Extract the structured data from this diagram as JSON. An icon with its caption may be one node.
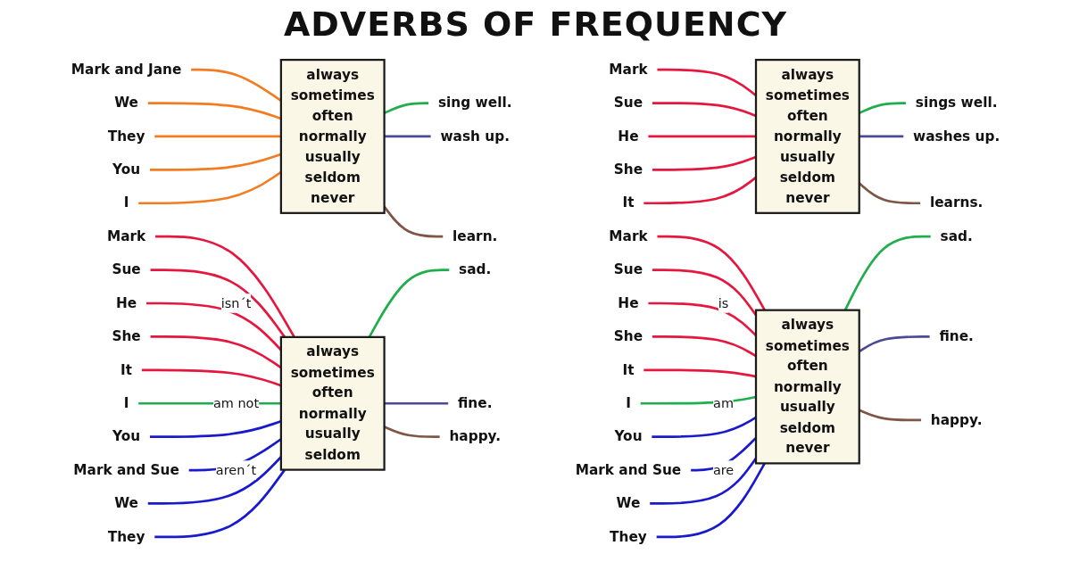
{
  "diagram": {
    "title": "ADVERBS OF FREQUENCY",
    "nodes": [
      {
        "text": [
          "Mark and Jane"
        ]
      },
      {
        "text": [
          "We"
        ]
      },
      {
        "text": [
          "They"
        ]
      },
      {
        "text": [
          "You"
        ]
      },
      {
        "text": [
          "I"
        ]
      },
      {
        "text": [
          "always",
          "sometimes",
          "often",
          "normally",
          "usually",
          "seldom",
          "never"
        ]
      },
      {
        "text": [
          "sing well."
        ]
      },
      {
        "text": [
          "wash up."
        ]
      },
      {
        "text": [
          "learn."
        ]
      },
      {
        "text": [
          "Mark"
        ]
      },
      {
        "text": [
          "Sue"
        ]
      },
      {
        "text": [
          "He"
        ]
      },
      {
        "text": [
          "She"
        ]
      },
      {
        "text": [
          "It"
        ]
      },
      {
        "text": [
          "always",
          "sometimes",
          "often",
          "normally",
          "usually",
          "seldom",
          "never"
        ]
      },
      {
        "text": [
          "sings well."
        ]
      },
      {
        "text": [
          "washes up."
        ]
      },
      {
        "text": [
          "learns."
        ]
      },
      {
        "text": [
          "Mark"
        ]
      },
      {
        "text": [
          "Sue"
        ]
      },
      {
        "text": [
          "He"
        ]
      },
      {
        "text": [
          "She"
        ]
      },
      {
        "text": [
          "It"
        ]
      },
      {
        "text": [
          "I"
        ]
      },
      {
        "text": [
          "You"
        ]
      },
      {
        "text": [
          "Mark and Sue"
        ]
      },
      {
        "text": [
          "We"
        ]
      },
      {
        "text": [
          "They"
        ]
      },
      {
        "text": [
          "always",
          "sometimes",
          "often",
          "normally",
          "usually",
          "seldom"
        ]
      },
      {
        "text": [
          "sad."
        ]
      },
      {
        "text": [
          "fine."
        ]
      },
      {
        "text": [
          "happy."
        ]
      },
      {
        "text": [
          "Mark"
        ]
      },
      {
        "text": [
          "Sue"
        ]
      },
      {
        "text": [
          "He"
        ]
      },
      {
        "text": [
          "She"
        ]
      },
      {
        "text": [
          "It"
        ]
      },
      {
        "text": [
          "I"
        ]
      },
      {
        "text": [
          "You"
        ]
      },
      {
        "text": [
          "Mark and Sue"
        ]
      },
      {
        "text": [
          "We"
        ]
      },
      {
        "text": [
          "They"
        ]
      },
      {
        "text": [
          "always",
          "sometimes",
          "often",
          "normally",
          "usually",
          "seldom",
          "never"
        ]
      },
      {
        "text": [
          "sad."
        ]
      },
      {
        "text": [
          "fine."
        ]
      },
      {
        "text": [
          "happy."
        ]
      }
    ],
    "edges": [
      {
        "from": 0,
        "to": 5,
        "arrow": "none",
        "color": "#f47c20"
      },
      {
        "from": 1,
        "to": 5,
        "arrow": "none",
        "color": "#f47c20"
      },
      {
        "from": 2,
        "to": 5,
        "arrow": "none",
        "color": "#f47c20"
      },
      {
        "from": 3,
        "to": 5,
        "arrow": "none",
        "color": "#f47c20"
      },
      {
        "from": 4,
        "to": 5,
        "arrow": "none",
        "color": "#f47c20"
      },
      {
        "from": 5,
        "to": 6,
        "arrow": "none",
        "color": "#1fae4b"
      },
      {
        "from": 5,
        "to": 7,
        "arrow": "none",
        "color": "#4b4a96"
      },
      {
        "from": 5,
        "to": 8,
        "arrow": "none",
        "color": "#7d5645"
      },
      {
        "from": 9,
        "to": 14,
        "arrow": "none"
      },
      {
        "from": 10,
        "to": 14,
        "arrow": "none"
      },
      {
        "from": 11,
        "to": 14,
        "arrow": "none"
      },
      {
        "from": 12,
        "to": 14,
        "arrow": "none"
      },
      {
        "from": 13,
        "to": 14,
        "arrow": "none"
      },
      {
        "from": 14,
        "to": 15,
        "arrow": "none",
        "color": "#1fae4b"
      },
      {
        "from": 14,
        "to": 16,
        "arrow": "none",
        "color": "#4b4a96"
      },
      {
        "from": 14,
        "to": 17,
        "arrow": "none",
        "color": "#7d5645"
      },
      {
        "from": 18,
        "to": 28,
        "arrow": "none"
      },
      {
        "from": 19,
        "to": 28,
        "arrow": "none"
      },
      {
        "from": 20,
        "to": 28,
        "arrow": "none",
        "label": "isn´t"
      },
      {
        "from": 21,
        "to": 28,
        "arrow": "none"
      },
      {
        "from": 22,
        "to": 28,
        "arrow": "none"
      },
      {
        "from": 23,
        "to": 28,
        "arrow": "none",
        "label": "am not",
        "color": "#1fae4b"
      },
      {
        "from": 24,
        "to": 28,
        "arrow": "none",
        "color": "#1a1acd"
      },
      {
        "from": 25,
        "to": 28,
        "arrow": "none",
        "label": "aren´t",
        "color": "#1a1acd"
      },
      {
        "from": 26,
        "to": 28,
        "arrow": "none",
        "color": "#1a1acd"
      },
      {
        "from": 27,
        "to": 28,
        "arrow": "none",
        "color": "#1a1acd"
      },
      {
        "from": 28,
        "to": 29,
        "arrow": "none",
        "color": "#1fae4b"
      },
      {
        "from": 28,
        "to": 30,
        "arrow": "none",
        "color": "#4b4a96"
      },
      {
        "from": 28,
        "to": 31,
        "arrow": "none",
        "color": "#7d5645"
      },
      {
        "from": 32,
        "to": 42,
        "arrow": "none"
      },
      {
        "from": 33,
        "to": 42,
        "arrow": "none"
      },
      {
        "from": 34,
        "to": 42,
        "arrow": "none",
        "label": "is"
      },
      {
        "from": 35,
        "to": 42,
        "arrow": "none"
      },
      {
        "from": 36,
        "to": 42,
        "arrow": "none"
      },
      {
        "from": 37,
        "to": 42,
        "arrow": "none",
        "label": "am",
        "color": "#1fae4b"
      },
      {
        "from": 38,
        "to": 42,
        "arrow": "none",
        "color": "#1a1acd"
      },
      {
        "from": 39,
        "to": 42,
        "arrow": "none",
        "label": "are",
        "color": "#1a1acd"
      },
      {
        "from": 40,
        "to": 42,
        "arrow": "none",
        "color": "#1a1acd"
      },
      {
        "from": 41,
        "to": 42,
        "arrow": "none",
        "color": "#1a1acd"
      },
      {
        "from": 42,
        "to": 43,
        "arrow": "none",
        "color": "#1fae4b"
      },
      {
        "from": 42,
        "to": 44,
        "arrow": "none",
        "color": "#4b4a96"
      },
      {
        "from": 42,
        "to": 45,
        "arrow": "none",
        "color": "#7d5645"
      }
    ]
  }
}
